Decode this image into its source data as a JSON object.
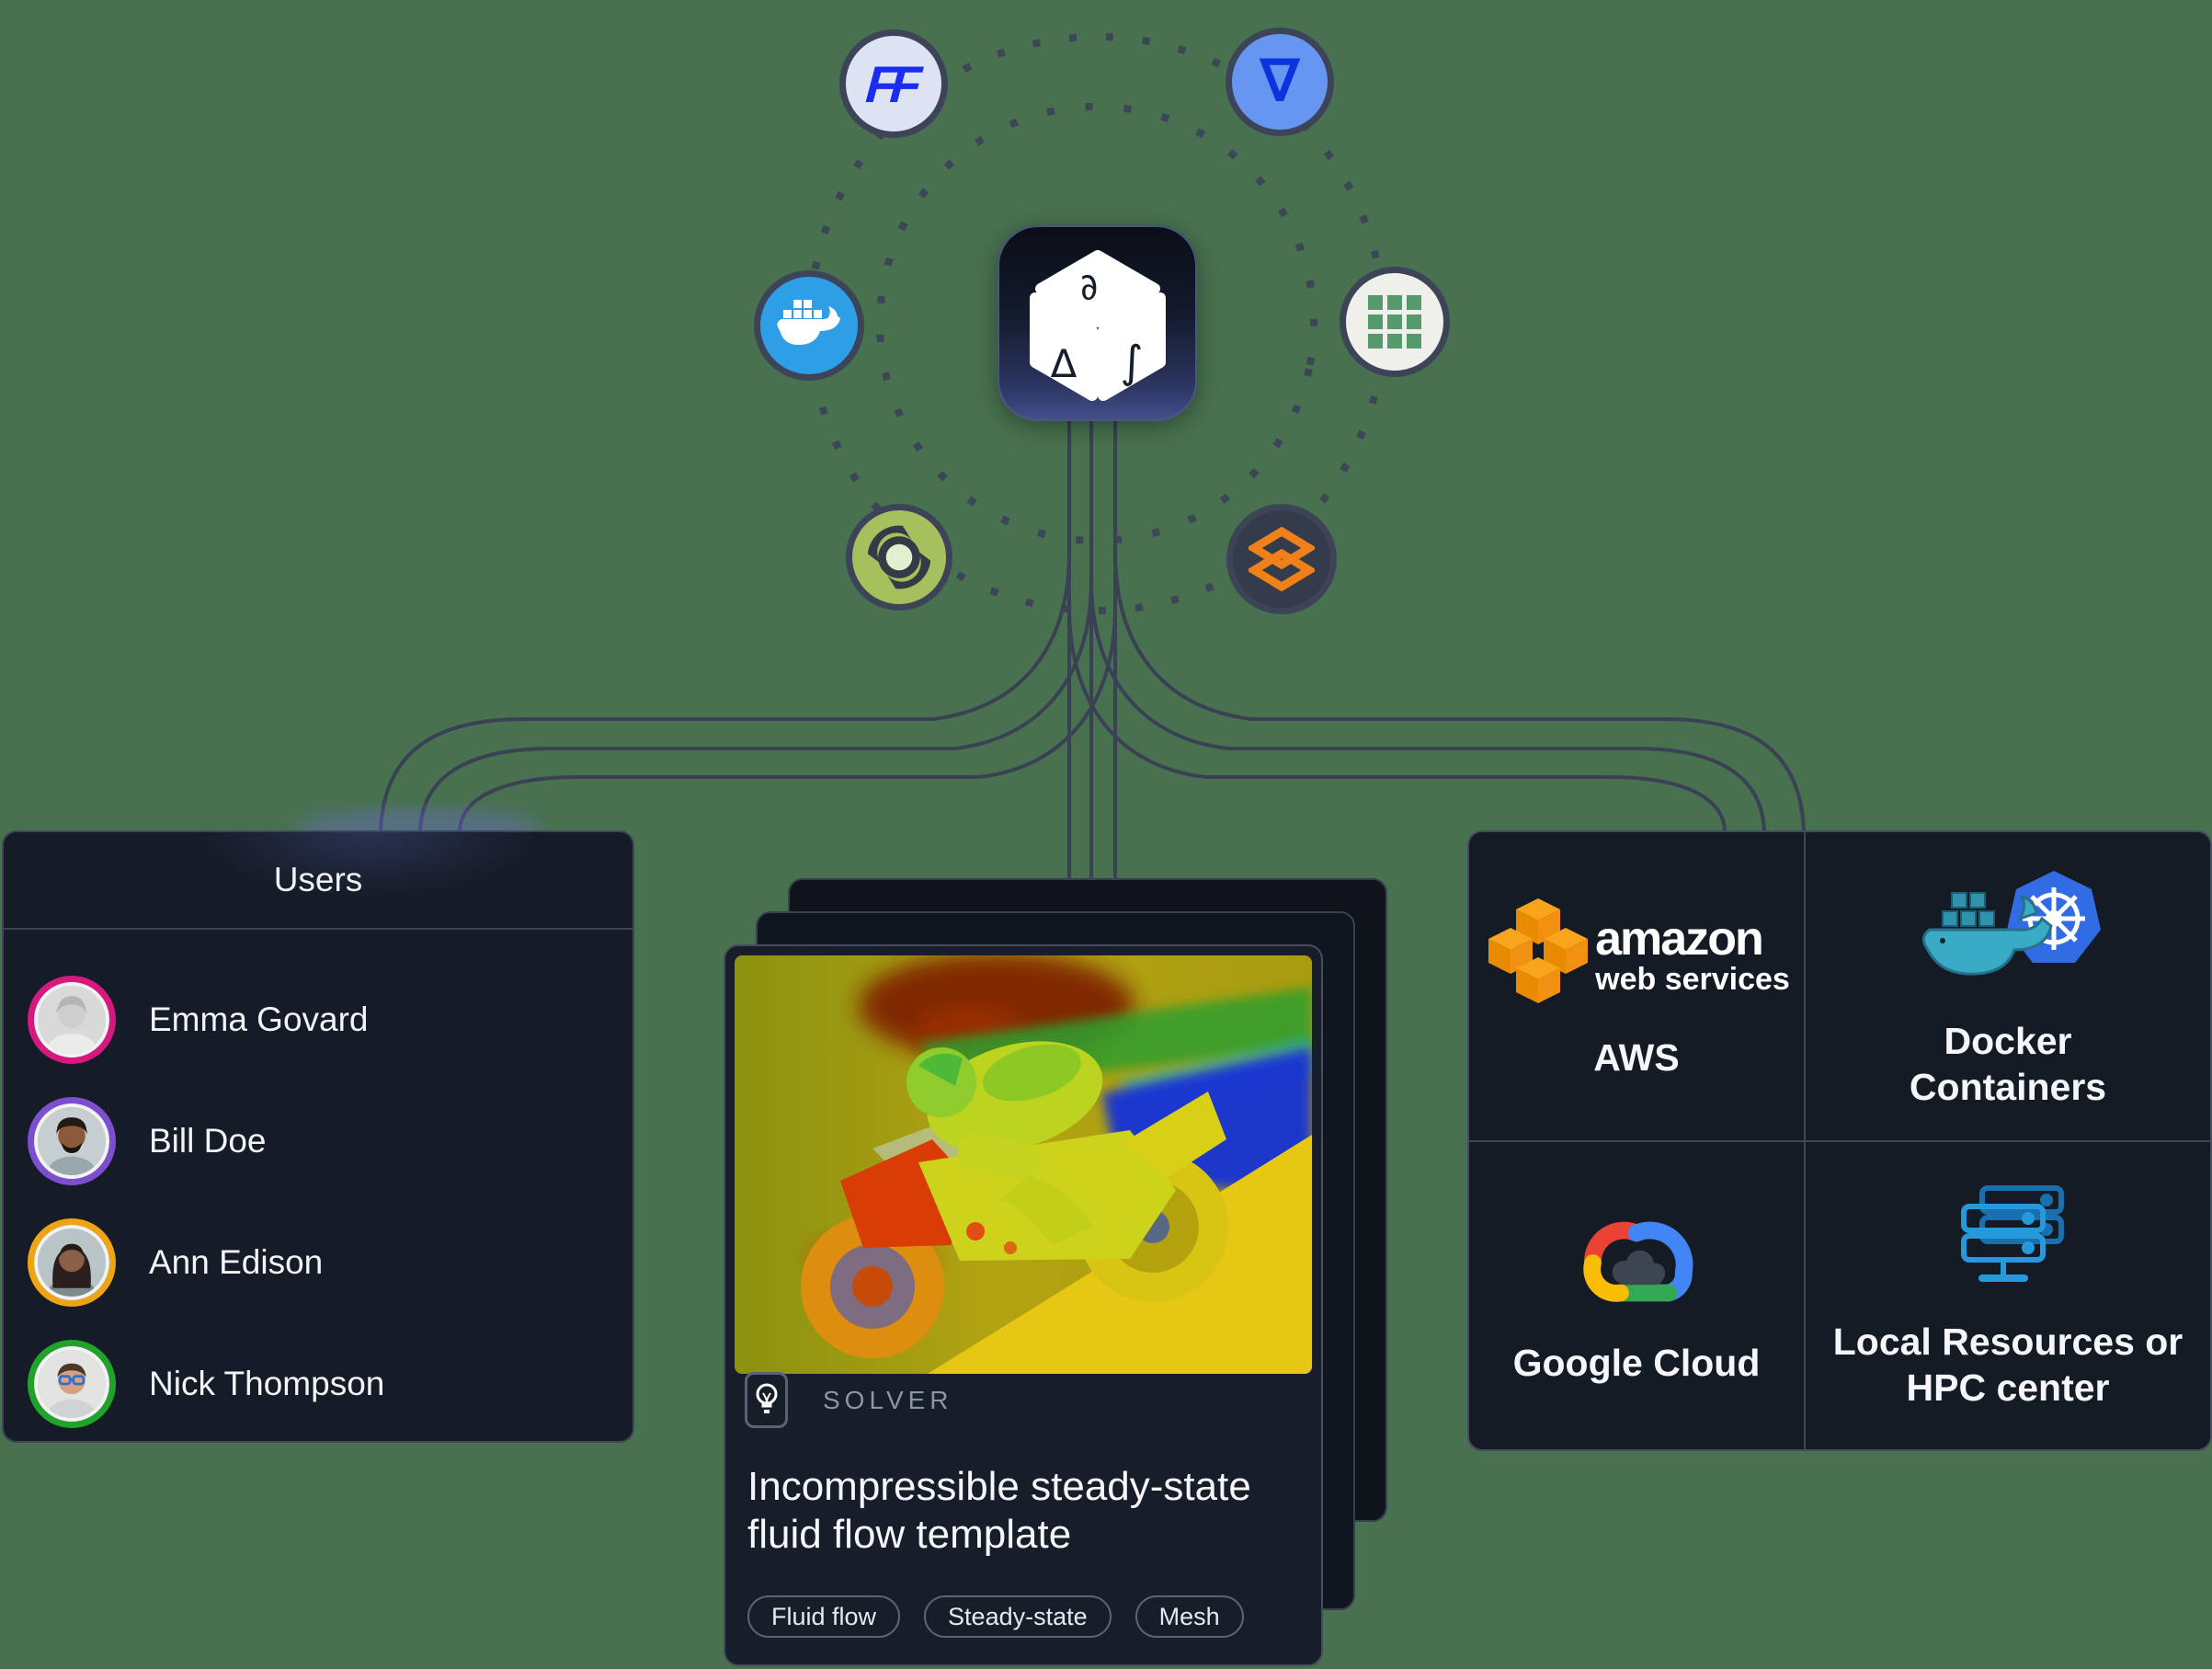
{
  "colors": {
    "background": "#47714f",
    "panel_bg": "#161c27",
    "panel_border": "#3f4658",
    "line": "#3a4154",
    "line_glow_blue": "#2f86ff",
    "line_glow_purple": "#7d6bff",
    "docker_blue": "#2e9fe6",
    "kubernetes_blue": "#326ce5",
    "aws_orange": "#f29111",
    "swirl_green": "#a6c05e",
    "stack_orange": "#f08019",
    "ring_pink": "#d6187f",
    "ring_purple": "#7c4fd0",
    "ring_orange": "#efa511",
    "ring_green": "#21a22b"
  },
  "hub": {
    "top_symbol": "∂",
    "left_symbol": "Δ",
    "right_symbol": "∫"
  },
  "satellites": {
    "ff_text": "FF",
    "nabla_text": "∇",
    "icons": [
      "ff-logo-icon",
      "nabla-icon",
      "docker-icon",
      "app-grid-icon",
      "swirl-icon",
      "layers-stack-icon"
    ]
  },
  "users_panel": {
    "title": "Users",
    "users": [
      {
        "name": "Emma Govard",
        "ring_color": "#d6187f"
      },
      {
        "name": "Bill Doe",
        "ring_color": "#7c4fd0"
      },
      {
        "name": "Ann Edison",
        "ring_color": "#efa511"
      },
      {
        "name": "Nick Thompson",
        "ring_color": "#21a22b"
      }
    ]
  },
  "solver_card": {
    "badge": "SOLVER",
    "badge_icon": "lightbulb-icon",
    "title": "Incompressible steady-state fluid flow template",
    "tags": [
      "Fluid flow",
      "Steady-state",
      "Mesh"
    ],
    "image": "motorbike-cfd-simulation"
  },
  "providers_panel": {
    "aws_logo": {
      "line1": "amazon",
      "line2": "web services"
    },
    "cells": [
      {
        "label": "AWS",
        "icon": "aws-logo"
      },
      {
        "label": "Docker Containers",
        "icon": "docker-kubernetes-icon"
      },
      {
        "label": "Google Cloud",
        "icon": "google-cloud-icon"
      },
      {
        "label": "Local Resources or HPC center",
        "icon": "server-stack-icon"
      }
    ]
  }
}
